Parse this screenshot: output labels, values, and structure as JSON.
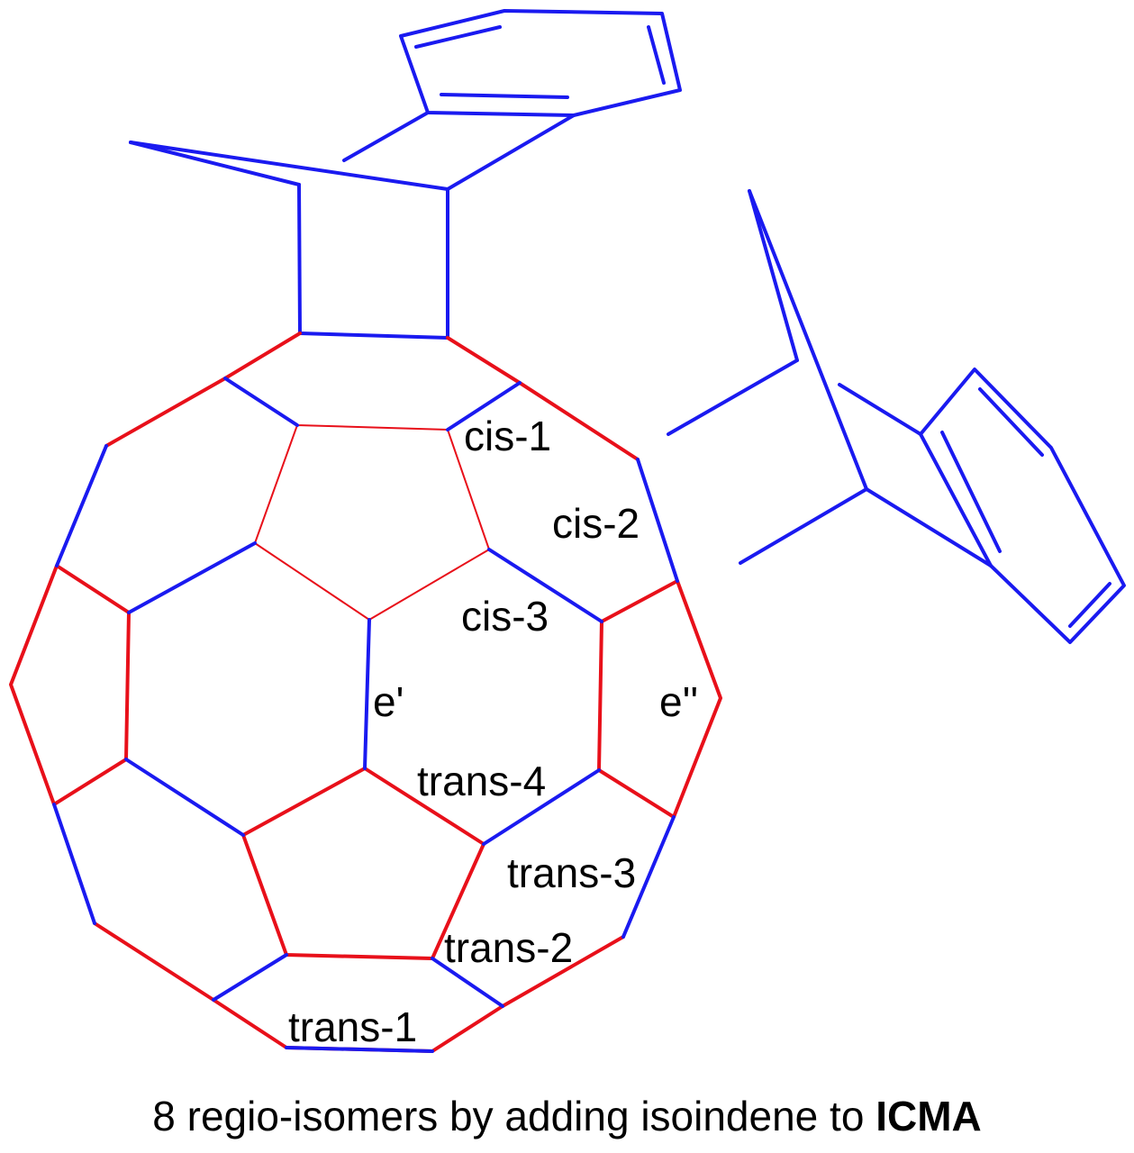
{
  "figure": {
    "colors": {
      "bond_blue": "#1a1af0",
      "bond_red": "#e8101a",
      "text": "#000000",
      "background": "#ffffff"
    },
    "labels": {
      "cis1": "cis-1",
      "cis2": "cis-2",
      "cis3": "cis-3",
      "e_prime": "e'",
      "e_double_prime": "e''",
      "trans4": "trans-4",
      "trans3": "trans-3",
      "trans2": "trans-2",
      "trans1": "trans-1"
    },
    "caption": {
      "prefix": "8 regio-isomers by adding isoindene to ",
      "bold": "ICMA"
    }
  }
}
